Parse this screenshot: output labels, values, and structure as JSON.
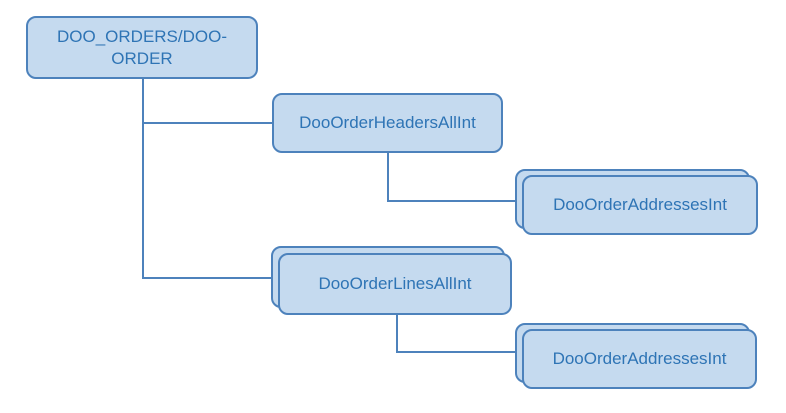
{
  "diagram": {
    "type": "hierarchy",
    "nodes": {
      "root": {
        "label": "DOO_ORDERS/DOO-ORDER",
        "line1": "DOO_ORDERS/DOO-",
        "line2": "ORDER",
        "multiple_instances": false,
        "children": [
          "headers",
          "lines"
        ]
      },
      "headers": {
        "label": "DooOrderHeadersAllInt",
        "parent": "root",
        "multiple_instances": false,
        "children": [
          "headerAddresses"
        ]
      },
      "headerAddresses": {
        "label": "DooOrderAddressesInt",
        "parent": "headers",
        "multiple_instances": true,
        "children": []
      },
      "lines": {
        "label": "DooOrderLinesAllInt",
        "parent": "root",
        "multiple_instances": true,
        "children": [
          "lineAddresses"
        ]
      },
      "lineAddresses": {
        "label": "DooOrderAddressesInt",
        "parent": "lines",
        "multiple_instances": true,
        "children": []
      }
    }
  },
  "colors": {
    "background": "#ffffff",
    "node_fill": "#c5daef",
    "node_border": "#4d82bc",
    "node_text": "#2e74b5",
    "connector": "#4d82bc"
  }
}
